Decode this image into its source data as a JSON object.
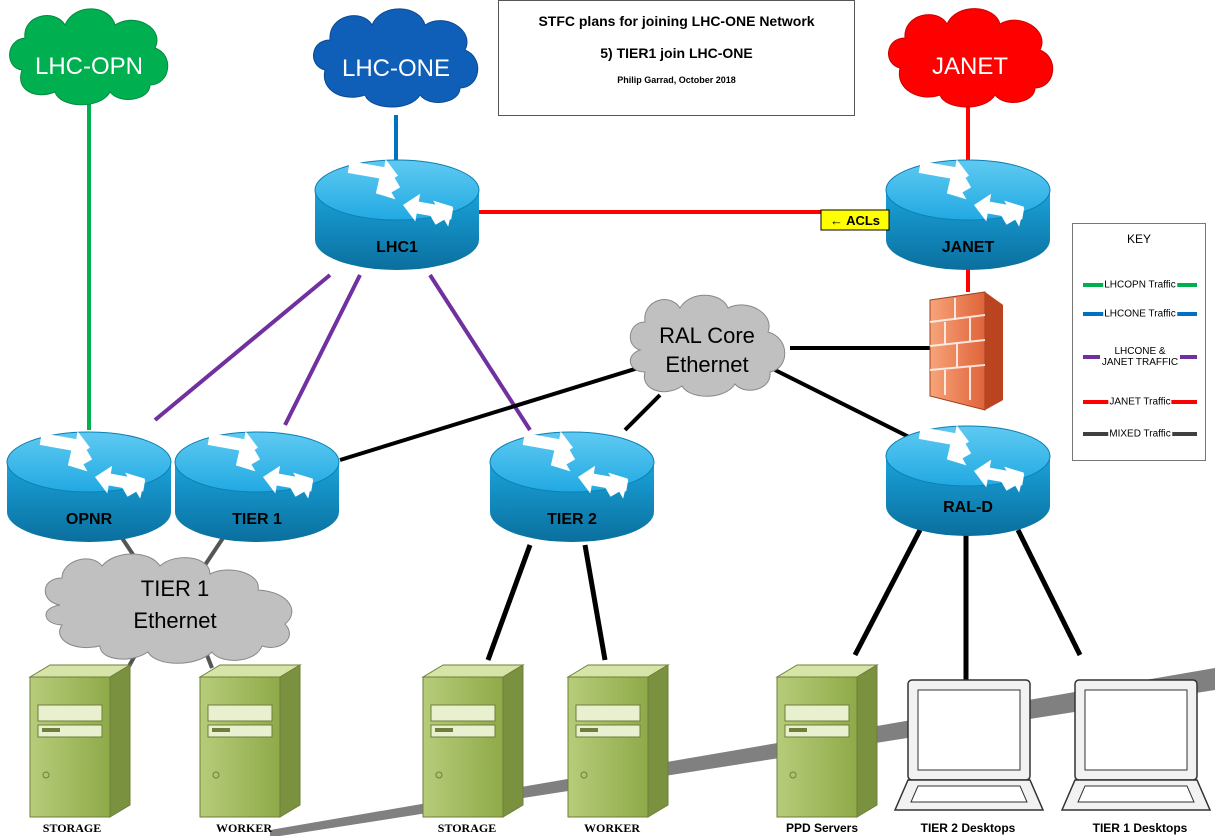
{
  "title": {
    "line1": "STFC plans for joining LHC-ONE Network",
    "line2": "5) TIER1 join LHC-ONE",
    "line3": "Philip Garrad, October 2018"
  },
  "clouds": {
    "opn": "LHC-OPN",
    "one": "LHC-ONE",
    "janet": "JANET",
    "ral_core_1": "RAL Core",
    "ral_core_2": "Ethernet",
    "tier1_eth_1": "TIER 1",
    "tier1_eth_2": "Ethernet"
  },
  "routers": {
    "lhc1": "LHC1",
    "janet": "JANET",
    "opnr": "OPNR",
    "tier1": "TIER 1",
    "tier2": "TIER 2",
    "rald": "RAL-D"
  },
  "acl_label": "← ACLs",
  "servers": {
    "storage1": "STORAGE",
    "worker1": "WORKER",
    "storage2": "STORAGE",
    "worker2": "WORKER",
    "ppd": "PPD Servers"
  },
  "desktops": {
    "tier2": "TIER 2 Desktops",
    "tier1": "TIER 1 Desktops"
  },
  "key": {
    "title": "KEY",
    "items": [
      {
        "label": "LHCOPN Traffic",
        "color": "#00b050"
      },
      {
        "label": "LHCONE Traffic",
        "color": "#0070c0"
      },
      {
        "label": "LHCONE & JANET TRAFFIC",
        "color": "#7030a0"
      },
      {
        "label": "JANET Traffic",
        "color": "#ff0000"
      },
      {
        "label": "MIXED Traffic",
        "color": "#404040"
      }
    ]
  },
  "colors": {
    "opn": "#00b050",
    "one": "#0070c0",
    "purple": "#7030a0",
    "janet": "#ff0000",
    "mixed": "#000000",
    "router": "#1eaee8",
    "cloud_opn": "#00b050",
    "cloud_one": "#0f5fb8",
    "cloud_janet": "#ff0000",
    "cloud_grey": "#c0c0c0"
  }
}
